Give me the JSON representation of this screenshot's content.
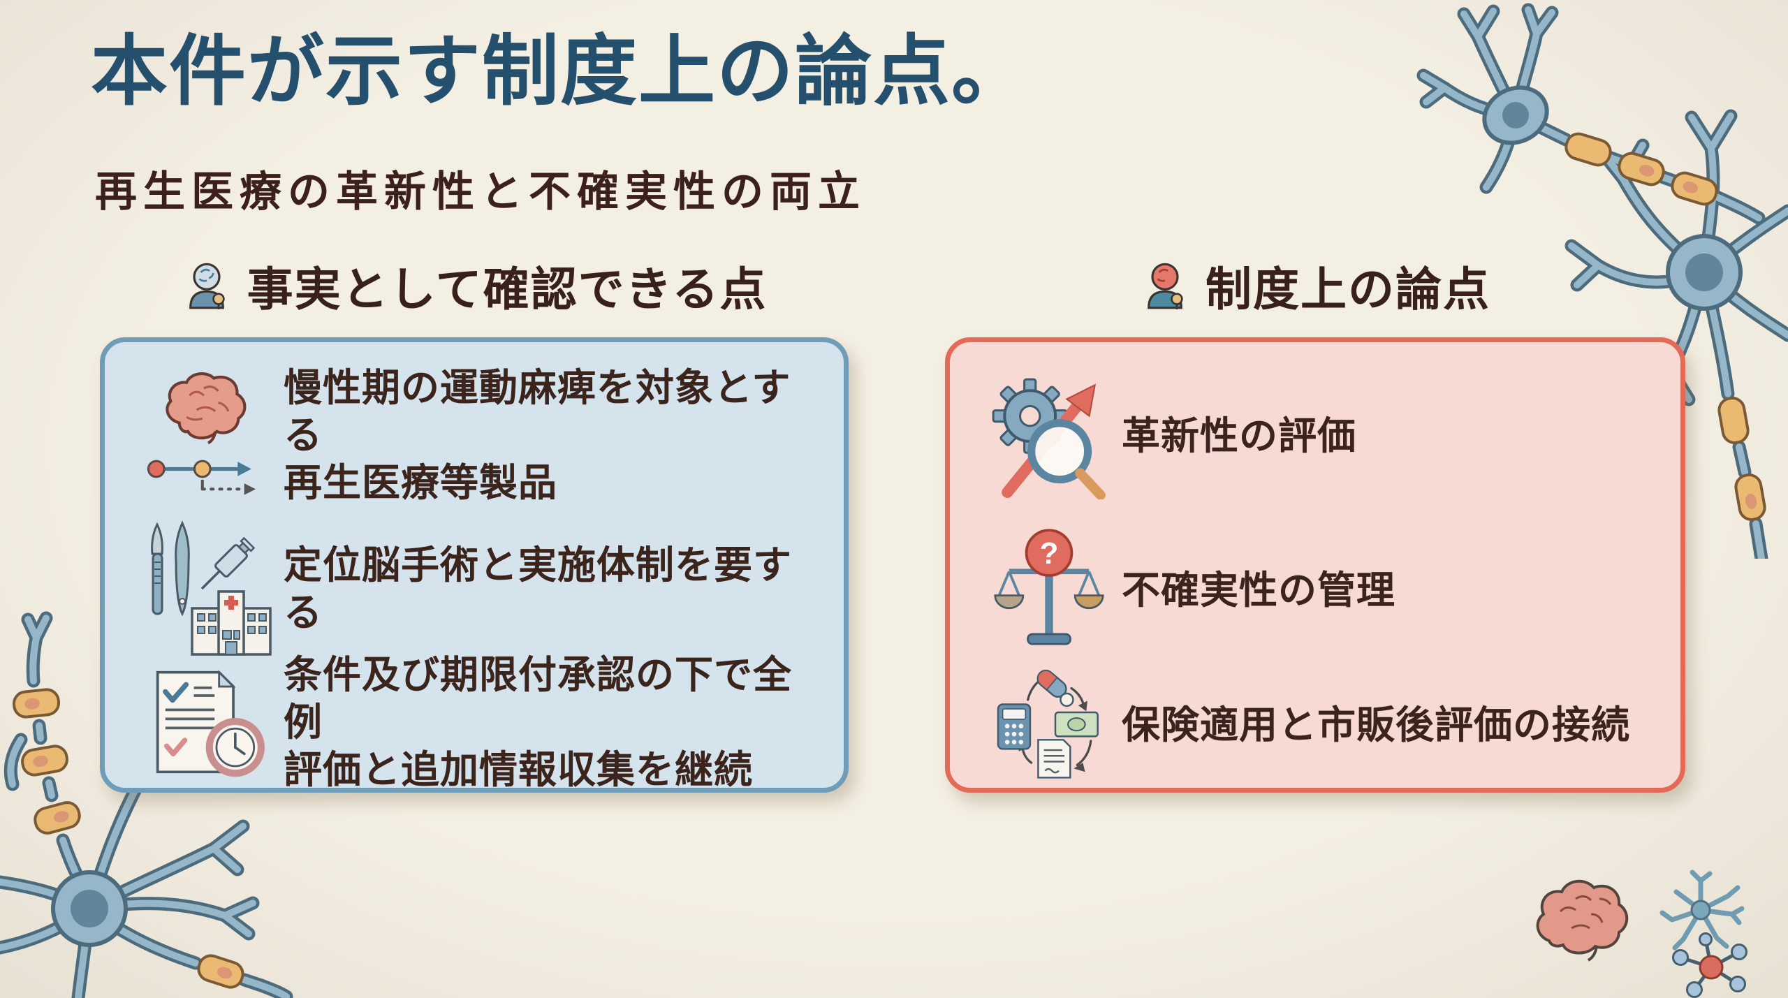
{
  "slide": {
    "title": "本件が示す制度上の論点。",
    "subtitle": "再生医療の革新性と不確実性の両立"
  },
  "facts_column": {
    "header": "事実として確認できる点",
    "items": [
      {
        "icon": "brain-timeline-icon",
        "text": "慢性期の運動麻痺を対象とする\n再生医療等製品"
      },
      {
        "icon": "surgical-tools-hospital-icon",
        "text": "定位脳手術と実施体制を要する"
      },
      {
        "icon": "checklist-clock-icon",
        "text": "条件及び期限付承認の下で全例\n評価と追加情報収集を継続"
      }
    ]
  },
  "issues_column": {
    "header": "制度上の論点",
    "items": [
      {
        "icon": "gear-magnifier-arrow-icon",
        "text": "革新性の評価"
      },
      {
        "icon": "scale-question-icon",
        "text": "不確実性の管理"
      },
      {
        "icon": "payment-cycle-icon",
        "text": "保険適用と市販後評価の接続"
      }
    ]
  },
  "colors": {
    "background": "#f4efe3",
    "title_text": "#25506d",
    "subtitle_text": "#3b211a",
    "body_text": "#3a241c",
    "facts_panel_fill": "#d5e3ed",
    "facts_panel_border": "#6f9db8",
    "issues_panel_fill": "#f8dad5",
    "issues_panel_border": "#e26a56",
    "neuron_body": "#96b6c9",
    "neuron_outline": "#4c6b7c",
    "myelin": "#eaba72",
    "accent_red": "#e06c5f",
    "accent_orange": "#eab86e",
    "accent_steel_blue": "#5b85a0"
  }
}
